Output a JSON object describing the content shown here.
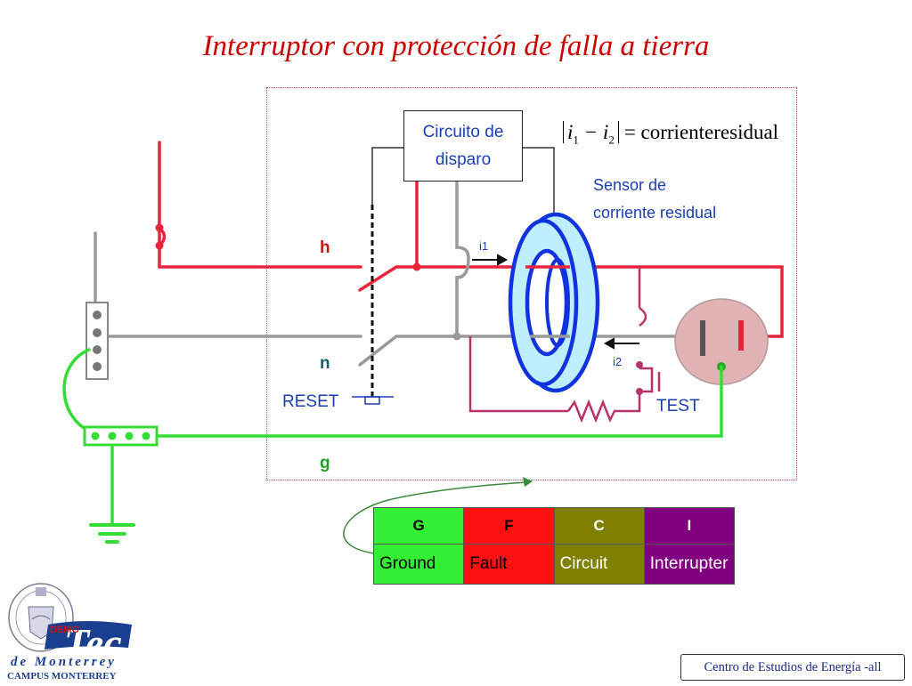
{
  "title": "Interruptor con protección de falla a tierra",
  "trip_circuit": {
    "line1": "Circuito de",
    "line2": "disparo"
  },
  "formula": {
    "i1": "i",
    "sub1": "1",
    "minus": "−",
    "i2": "i",
    "sub2": "2",
    "rhs": "= corrienteresidual"
  },
  "sensor": {
    "line1": "Sensor de",
    "line2": "corriente residual"
  },
  "wires": {
    "hot": "h",
    "neutral": "n",
    "ground": "g"
  },
  "currents": {
    "i1": "i1",
    "i2": "i2"
  },
  "buttons": {
    "reset": "RESET",
    "test": "TEST"
  },
  "legend": {
    "headers": [
      "G",
      "F",
      "C",
      "I"
    ],
    "values": [
      "Ground",
      "Fault",
      "Circuit",
      "Interrupter"
    ],
    "colors": [
      "#33ee33",
      "#ff1111",
      "#808000",
      "#800080"
    ]
  },
  "logo": {
    "name": "Tec",
    "line1": "de Monterrey",
    "line2": "CAMPUS MONTERREY",
    "watermark": "DEMO"
  },
  "footer": "Centro de Estudios de Energía -all",
  "colors": {
    "hot": "#e8243a",
    "neutral": "#999999",
    "ground": "#33dd33",
    "coil": "#1133dd",
    "test_circuit": "#b8336a",
    "title": "#cc0000"
  }
}
